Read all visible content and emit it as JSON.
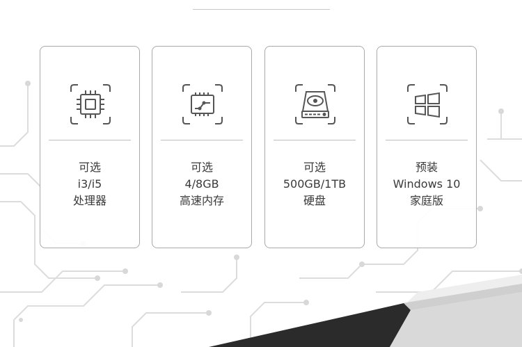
{
  "colors": {
    "card_border": "#a9a9a9",
    "text": "#3a3a3a",
    "icon": "#555555",
    "circuit": "#d9d9d9",
    "laptop": "#2b2b2b"
  },
  "cards": [
    {
      "icon": "cpu-chip-icon",
      "lines": [
        "可选",
        "i3/i5",
        "处理器"
      ]
    },
    {
      "icon": "memory-ram-icon",
      "lines": [
        "可选",
        "4/8GB",
        "高速内存"
      ]
    },
    {
      "icon": "hard-disk-icon",
      "lines": [
        "可选",
        "500GB/1TB",
        "硬盘"
      ]
    },
    {
      "icon": "windows-logo-icon",
      "lines": [
        "预装",
        "Windows 10",
        "家庭版"
      ]
    }
  ]
}
